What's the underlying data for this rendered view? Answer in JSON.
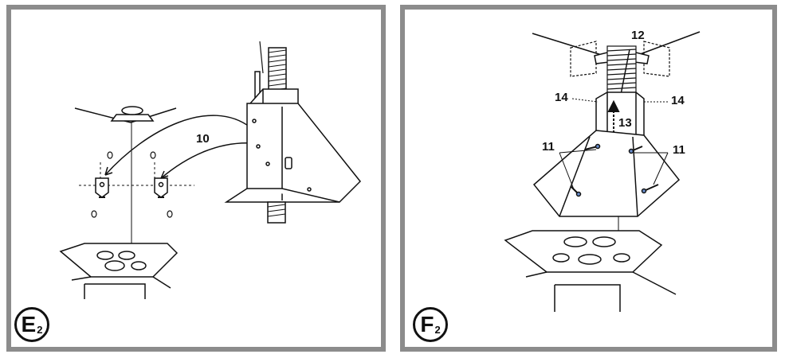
{
  "panels": [
    {
      "id": "E",
      "badge_letter": "E",
      "badge_sub": "2",
      "callouts": [
        "10"
      ]
    },
    {
      "id": "F",
      "badge_letter": "F",
      "badge_sub": "2",
      "callouts": [
        "12",
        "14",
        "14",
        "13",
        "11",
        "11"
      ]
    }
  ]
}
